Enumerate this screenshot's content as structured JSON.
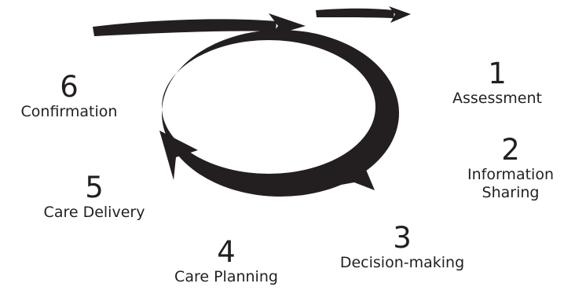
{
  "diagram": {
    "accent_color": "#231f20",
    "background_color": "#ffffff",
    "steps": [
      {
        "number": "1",
        "label": "Assessment"
      },
      {
        "number": "2",
        "label": "Information\nSharing"
      },
      {
        "number": "3",
        "label": "Decision-making"
      },
      {
        "number": "4",
        "label": "Care Planning"
      },
      {
        "number": "5",
        "label": "Care Delivery"
      },
      {
        "number": "6",
        "label": "Confirmation"
      }
    ]
  }
}
